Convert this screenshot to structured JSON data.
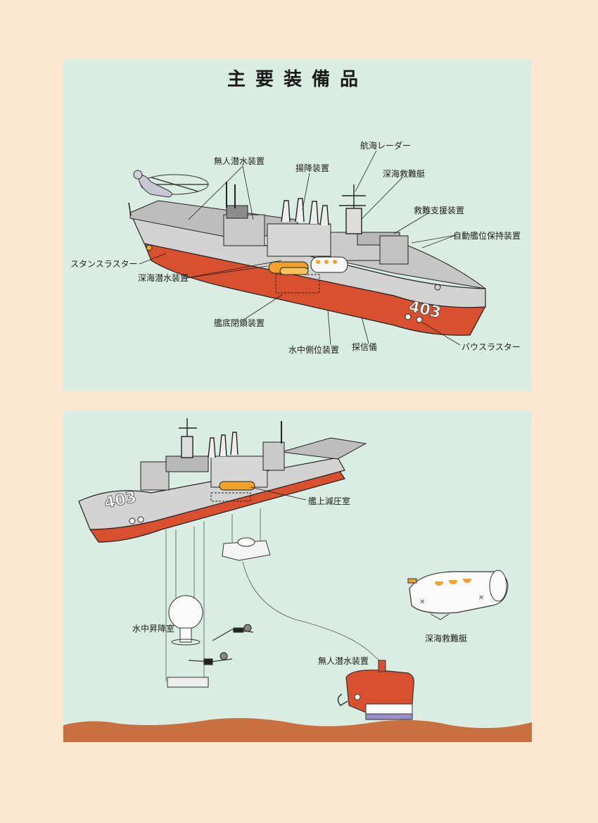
{
  "title": "主要装備品",
  "hull_number": "403",
  "top_labels": {
    "rov_system": "無人潜水装置",
    "hoist": "揚降装置",
    "nav_radar": "航海レーダー",
    "drsv": "深海救難艇",
    "rescue_support": "救難支援装置",
    "dps": "自動艦位保持装置",
    "stern_thruster": "スタンスラスター",
    "deep_diving": "深海潜水装置",
    "bottom_hatch": "艦底閉鎖装置",
    "underwater_positioning": "水中側位装置",
    "sonar": "探信儀",
    "bow_thruster": "バウスラスター"
  },
  "bottom_labels": {
    "deck_chamber": "艦上減圧室",
    "transfer_capsule": "水中昇降室",
    "drsv": "深海救難艇",
    "rov": "無人潜水装置"
  },
  "colors": {
    "page": "#fbe6cf",
    "panel": "#d9ede3",
    "hull_red": "#d9502e",
    "hull_grey": "#cfcfcf",
    "deck": "#bdbdbd",
    "seabed": "#c8703f",
    "orange": "#f2a12a"
  }
}
